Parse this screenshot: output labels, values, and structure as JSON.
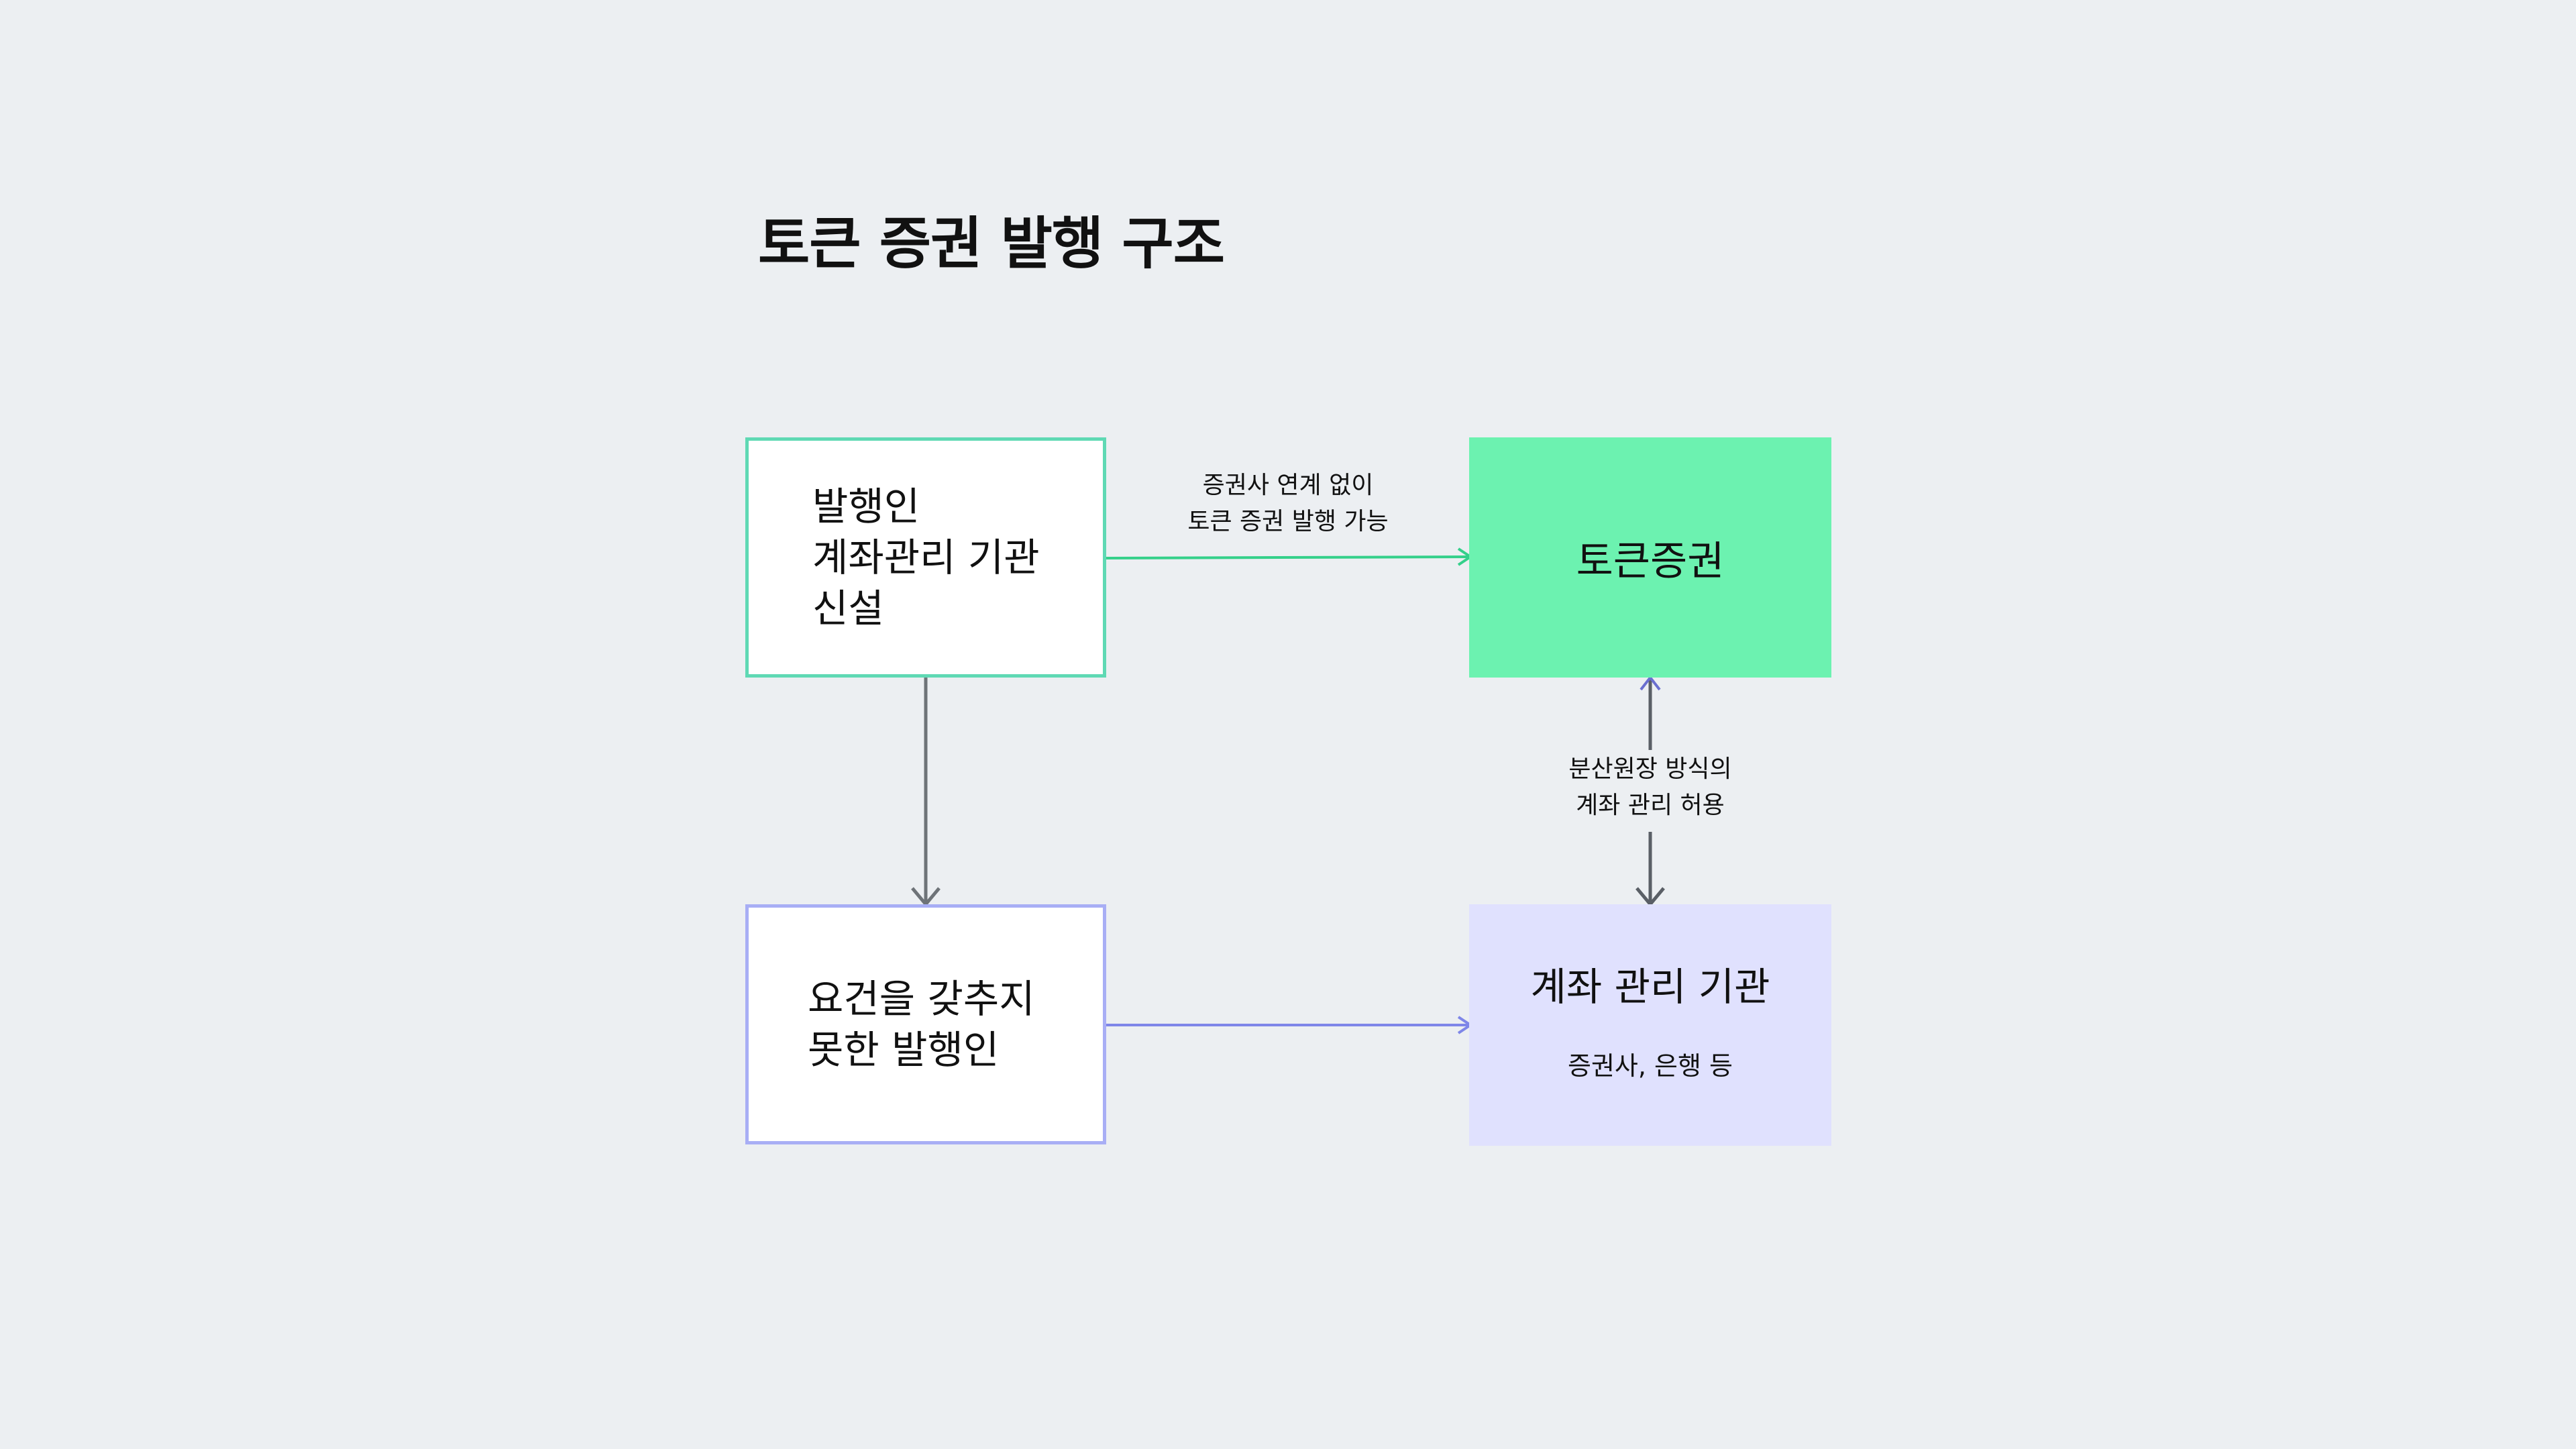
{
  "title": "토큰 증권 발행 구조",
  "nodes": {
    "issuer": {
      "lines": [
        "발행인",
        "계좌관리 기관",
        "신설"
      ]
    },
    "unqualified": {
      "lines": [
        "요건을 갖추지",
        "못한 발행인"
      ]
    },
    "token": {
      "label": "토큰증권"
    },
    "account": {
      "label": "계좌 관리 기관",
      "sub": "증권사, 은행 등"
    }
  },
  "edges": {
    "direct_label": [
      "증권사 연계 없이",
      "토큰 증권 발행 가능"
    ],
    "dlt_label": [
      "분산원장 방식의",
      "계좌 관리 허용"
    ]
  },
  "colors": {
    "background": "#ECEFF2",
    "green_border": "#5FD9B4",
    "green_fill": "#6CF2B0",
    "purple_border": "#A8AEF5",
    "purple_fill": "#E0E1FE",
    "green_arrow": "#34D08A",
    "purple_arrow": "#7E86E8",
    "gray_arrow": "#6E7378"
  }
}
